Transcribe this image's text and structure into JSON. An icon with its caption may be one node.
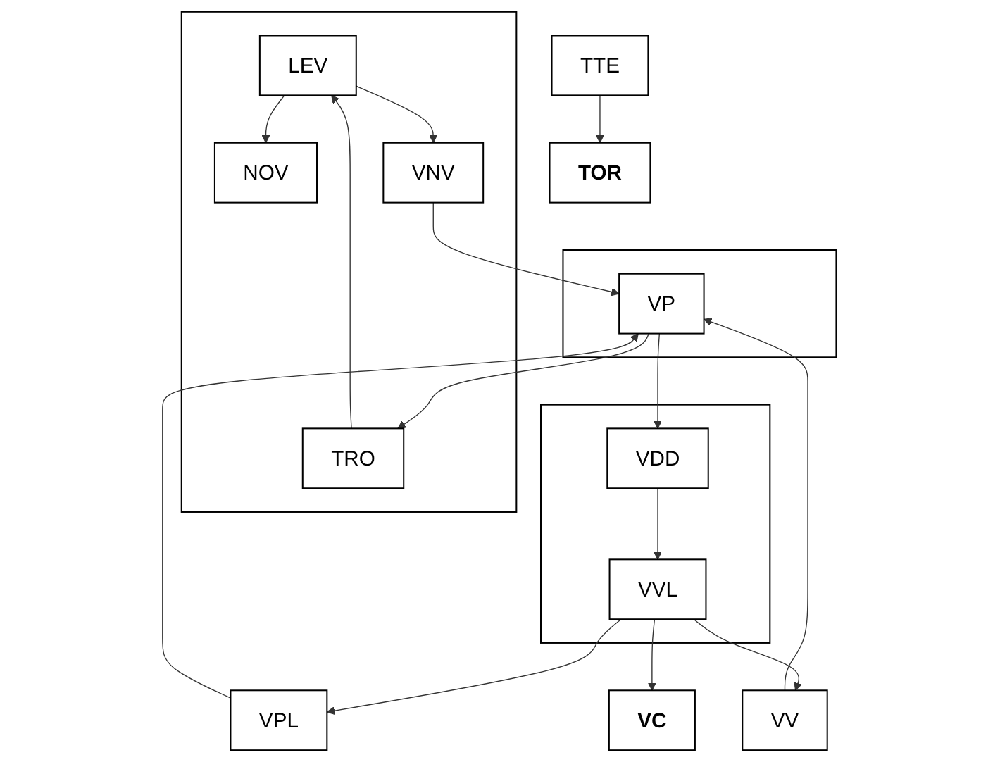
{
  "diagram": {
    "nodes": [
      {
        "text": [],
        "shape": "box"
      },
      {
        "text": [
          "NOV"
        ],
        "in": 0
      },
      {
        "text": [
          "LEV"
        ],
        "in": 0
      },
      {
        "text": [
          "VNV"
        ],
        "in": 0
      },
      {
        "text": [
          "TRO"
        ],
        "in": 0
      },
      {
        "text": [
          "VV"
        ]
      },
      {
        "text": [],
        "shape": "box"
      },
      {
        "text": [
          "VP"
        ],
        "in": 6
      },
      {
        "text": [
          "VPL"
        ]
      },
      {
        "text": [],
        "shape": "box"
      },
      {
        "text": [
          "VDD"
        ],
        "in": 9
      },
      {
        "text": [
          "VVL"
        ],
        "in": 9
      },
      {
        "text": [
          "TTE"
        ]
      },
      {
        "text": [
          "TOR"
        ]
      },
      {
        "text": [
          "VC"
        ]
      }
    ],
    "edges": [
      {
        "from": 2,
        "to": 1,
        "arrow": "to"
      },
      {
        "from": 2,
        "to": 3,
        "arrow": "to"
      },
      {
        "from": 3,
        "to": 7,
        "arrow": "to"
      },
      {
        "from": 5,
        "to": 7,
        "arrow": "to"
      },
      {
        "from": 8,
        "to": 7,
        "arrow": "to"
      },
      {
        "from": 7,
        "to": 4,
        "arrow": "to"
      },
      {
        "from": 4,
        "to": 2,
        "arrow": "to"
      },
      {
        "from": 7,
        "to": 10,
        "arrow": "to"
      },
      {
        "from": 10,
        "to": 11,
        "arrow": "to"
      },
      {
        "from": 11,
        "to": 8,
        "arrow": "to"
      },
      {
        "from": 11,
        "to": 5,
        "arrow": "to"
      },
      {
        "from": 11,
        "to": 14,
        "arrow": "to"
      },
      {
        "from": 12,
        "to": 13,
        "arrow": "to"
      }
    ]
  }
}
